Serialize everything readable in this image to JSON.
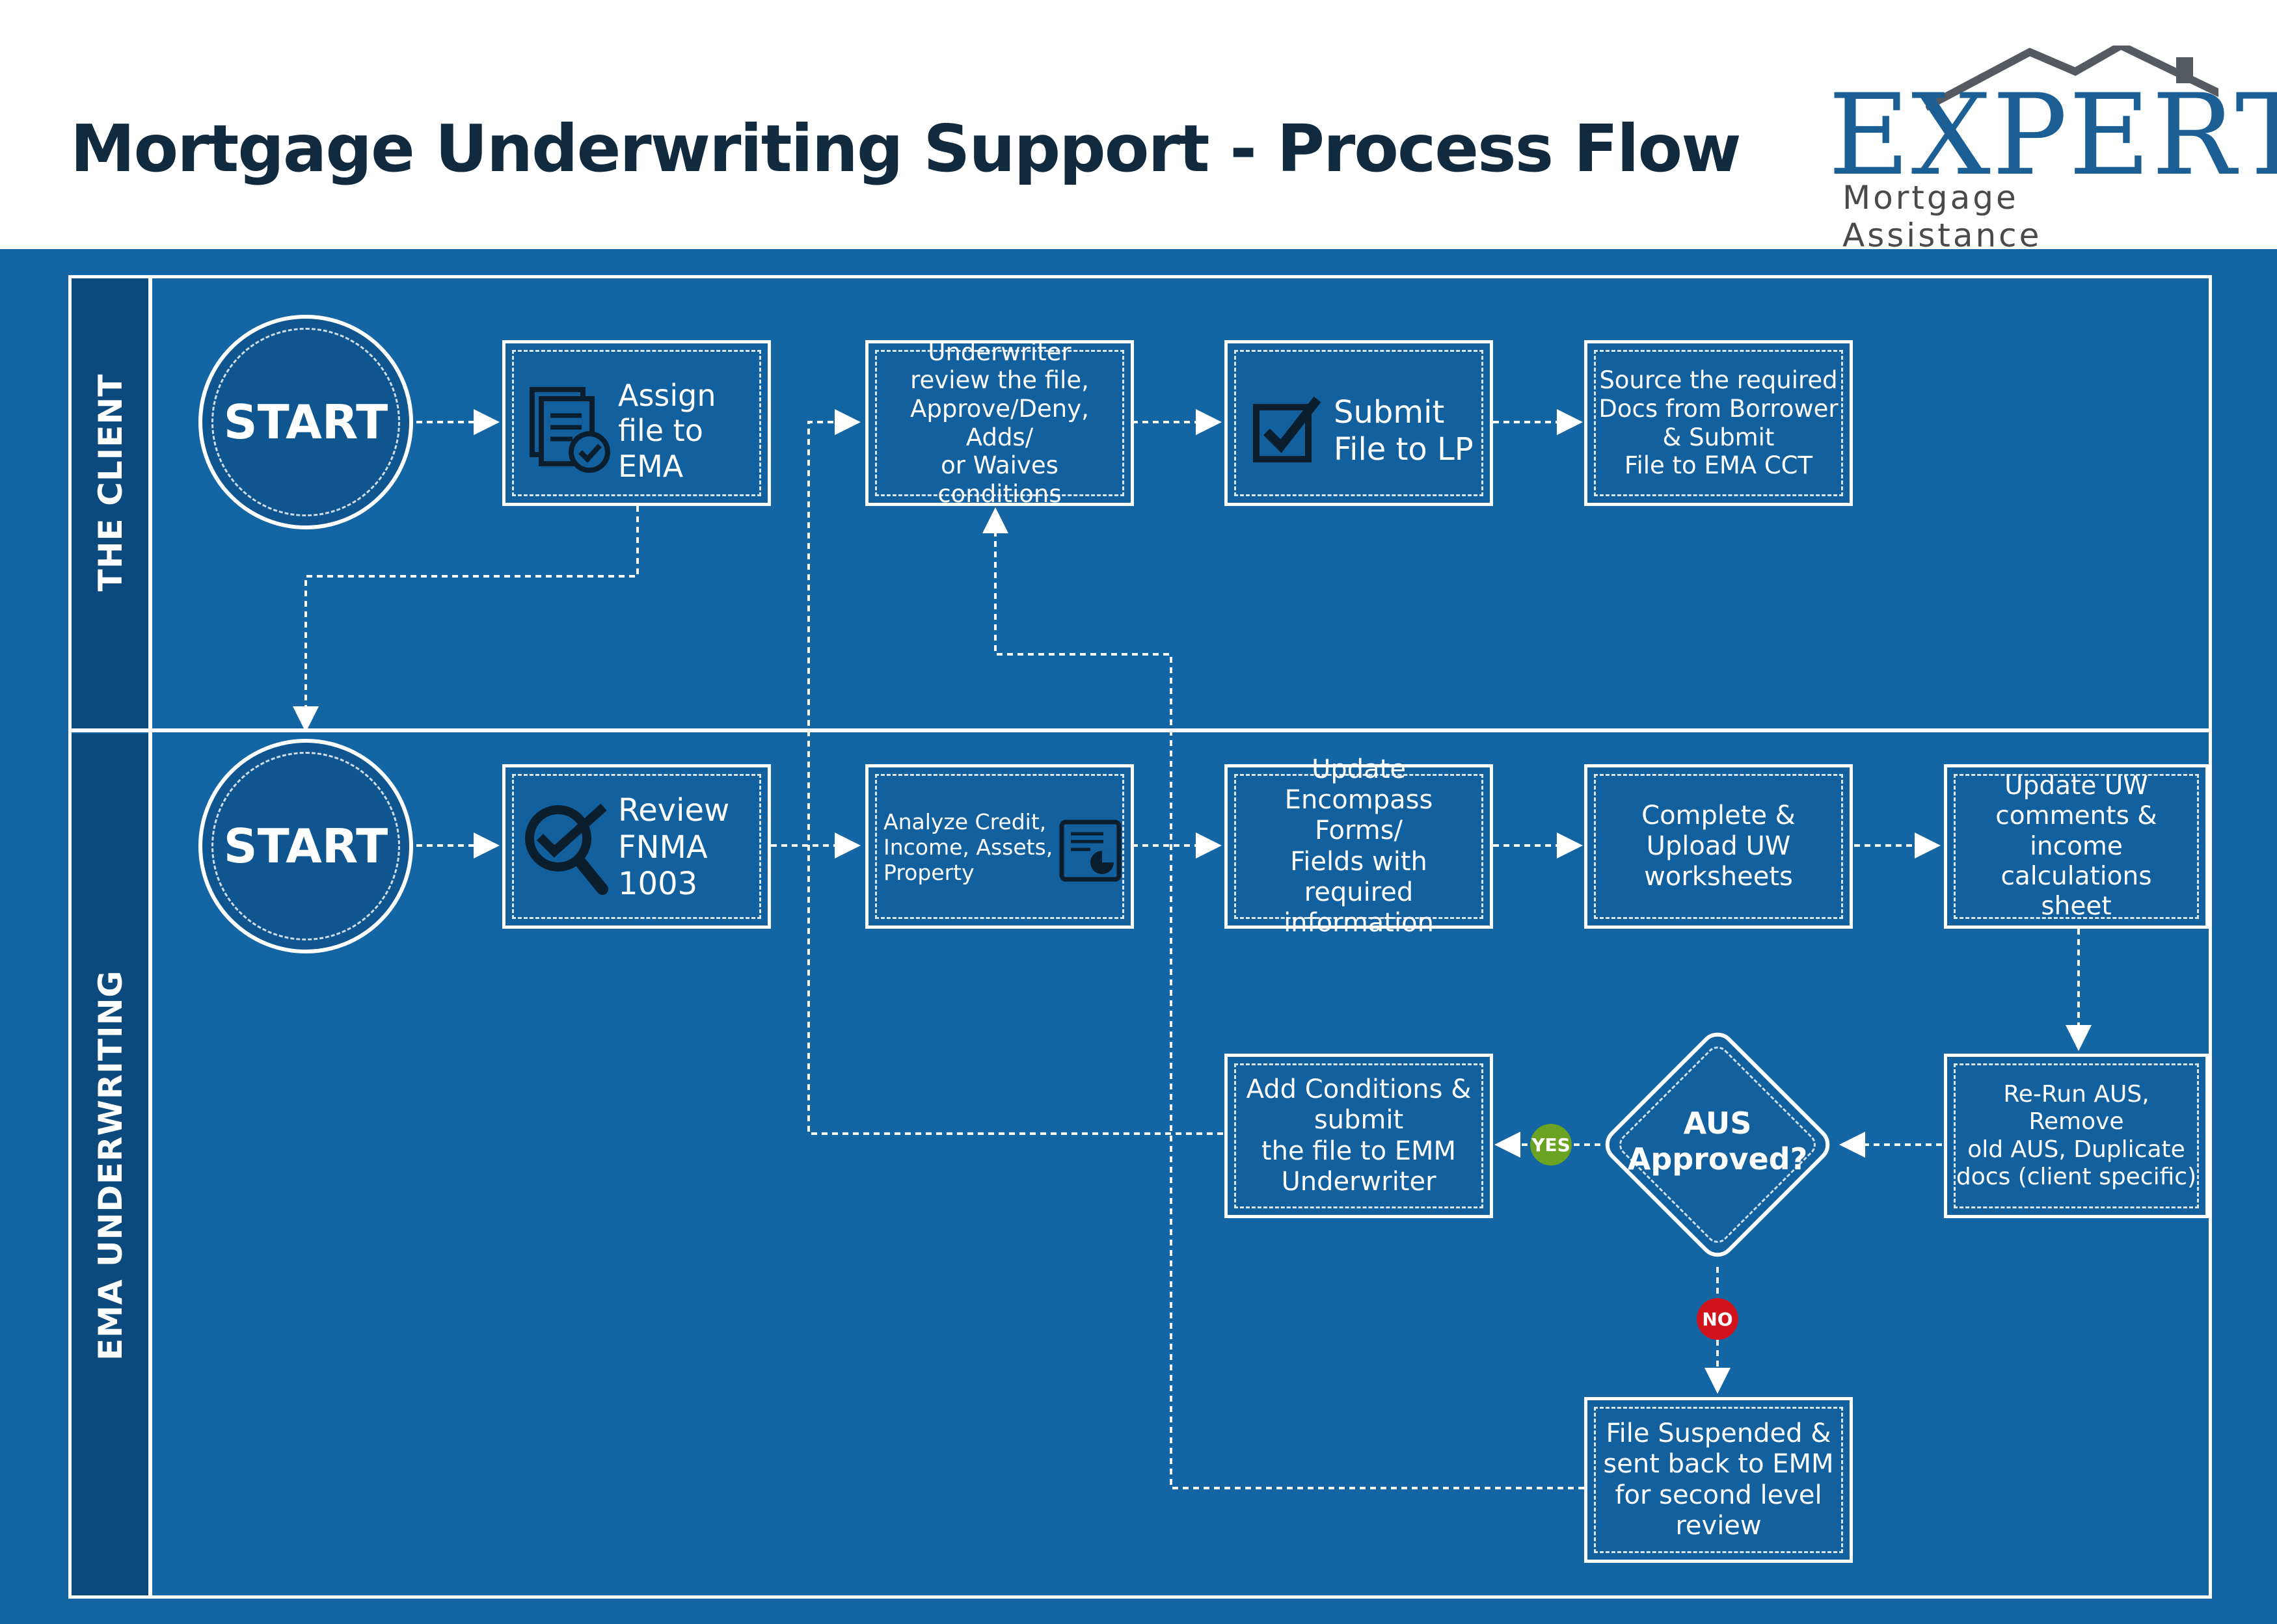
{
  "header": {
    "title": "Mortgage Underwriting Support - Process Flow",
    "logo": {
      "wordmark": "EXPERT",
      "tagline": "Mortgage Assistance",
      "icon": "house-roof-icon"
    }
  },
  "lanes": [
    {
      "label": "THE CLIENT"
    },
    {
      "label": "EMA UNDERWRITING"
    }
  ],
  "start": {
    "client": "START",
    "ema": "START"
  },
  "client_steps": {
    "assign": "Assign\nfile to EMA",
    "review": "Underwriter\nreview the file,\nApprove/Deny, Adds/\nor Waives conditions",
    "submit": "Submit\nFile to LP",
    "source": "Source the required\nDocs from Borrower\n& Submit\nFile to EMA CCT"
  },
  "ema_steps": {
    "review_fnma": "Review\nFNMA\n1003",
    "analyze": "Analyze Credit,\nIncome, Assets,\nProperty",
    "update_encompass": "Update Encompass\nForms/\nFields with required\ninformation",
    "complete_upload": "Complete &\nUpload UW\nworksheets",
    "update_uw": "Update UW\ncomments &\nincome calculations\nsheet",
    "rerun_aus": "Re-Run AUS, Remove\nold AUS, Duplicate\ndocs (client specific)",
    "add_conditions": "Add Conditions &\nsubmit\nthe file to EMM\nUnderwriter",
    "suspended": "File Suspended &\nsent back to EMM\nfor second level\nreview"
  },
  "decision": {
    "label": "AUS\nApproved?",
    "yes": "YES",
    "no": "NO"
  },
  "colors": {
    "background": "#1365a3",
    "lane_bar": "#0c4a7d",
    "title": "#122a3d",
    "yes_badge": "#6aa321",
    "no_badge": "#d0131d",
    "brand": "#1b5f95"
  },
  "icons": [
    "document-check-icon",
    "checkbox-icon",
    "magnifier-check-icon",
    "report-chart-icon"
  ]
}
